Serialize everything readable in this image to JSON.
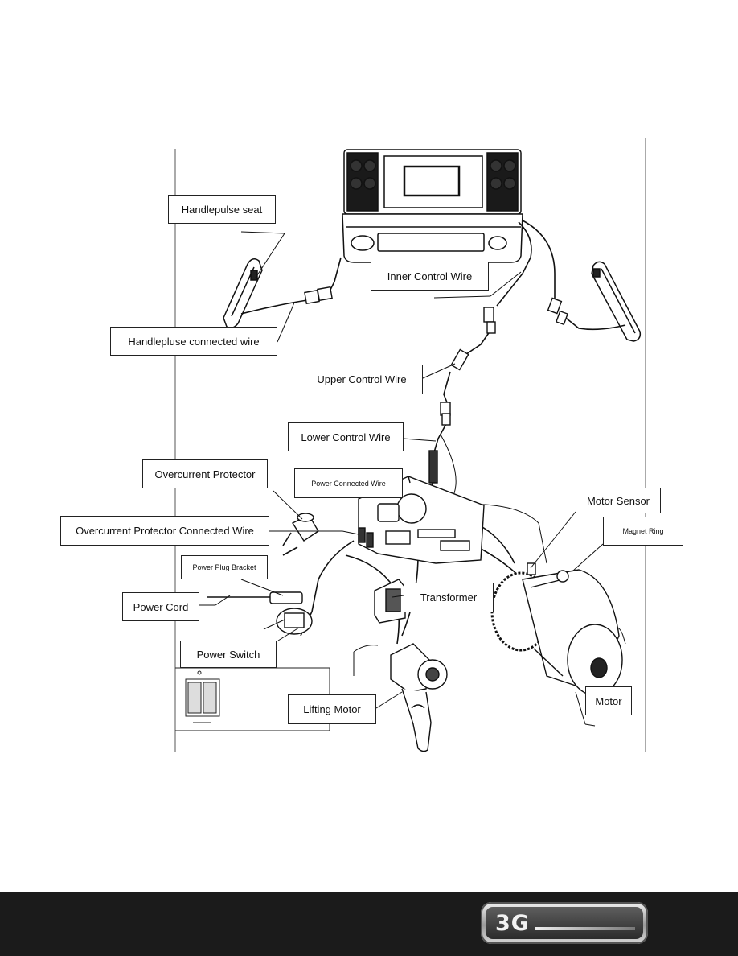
{
  "labels": {
    "handlepulse_seat": "Handlepulse seat",
    "handlepulse_connected_wire": "Handlepluse connected wire",
    "inner_control_wire": "Inner Control Wire",
    "upper_control_wire": "Upper Control Wire",
    "lower_control_wire": "Lower Control Wire",
    "power_connected_wire": "Power Connected Wire",
    "overcurrent_protector": "Overcurrent Protector",
    "overcurrent_protector_connected_wire": "Overcurrent Protector Connected Wire",
    "power_plug_bracket": "Power Plug Bracket",
    "power_cord": "Power Cord",
    "power_switch": "Power Switch",
    "transformer": "Transformer",
    "motor_sensor": "Motor Sensor",
    "magnet_ring": "Magnet Ring",
    "motor": "Motor",
    "lifting_motor": "Lifting Motor"
  },
  "logo": {
    "text": "3G",
    "icon": "3g-logo"
  }
}
